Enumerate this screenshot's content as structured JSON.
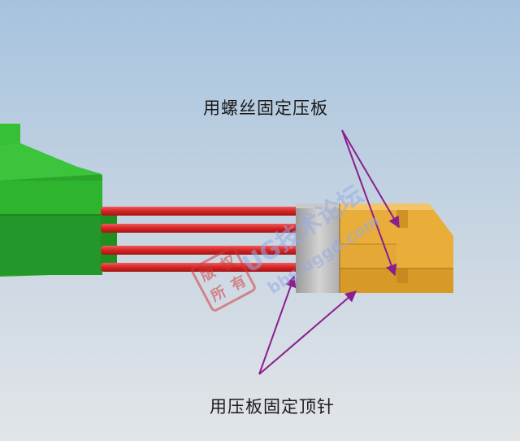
{
  "annotations": {
    "top_label": "用螺丝固定压板",
    "bottom_label": "用压板固定顶针"
  },
  "watermark": {
    "main": "UG技术论坛",
    "url": "bbs.uggd.com",
    "stamp_chars": [
      "版",
      "权",
      "所",
      "有"
    ]
  },
  "colors": {
    "background_top": "#a9c6e0",
    "background_bottom": "#dce2e6",
    "holder_green": "#2fb42f",
    "pins_red": "#d92a2a",
    "plate_gold": "#e9ad3a",
    "plate_gray": "#b8b8b8",
    "arrow_purple": "#8a1f8e"
  }
}
